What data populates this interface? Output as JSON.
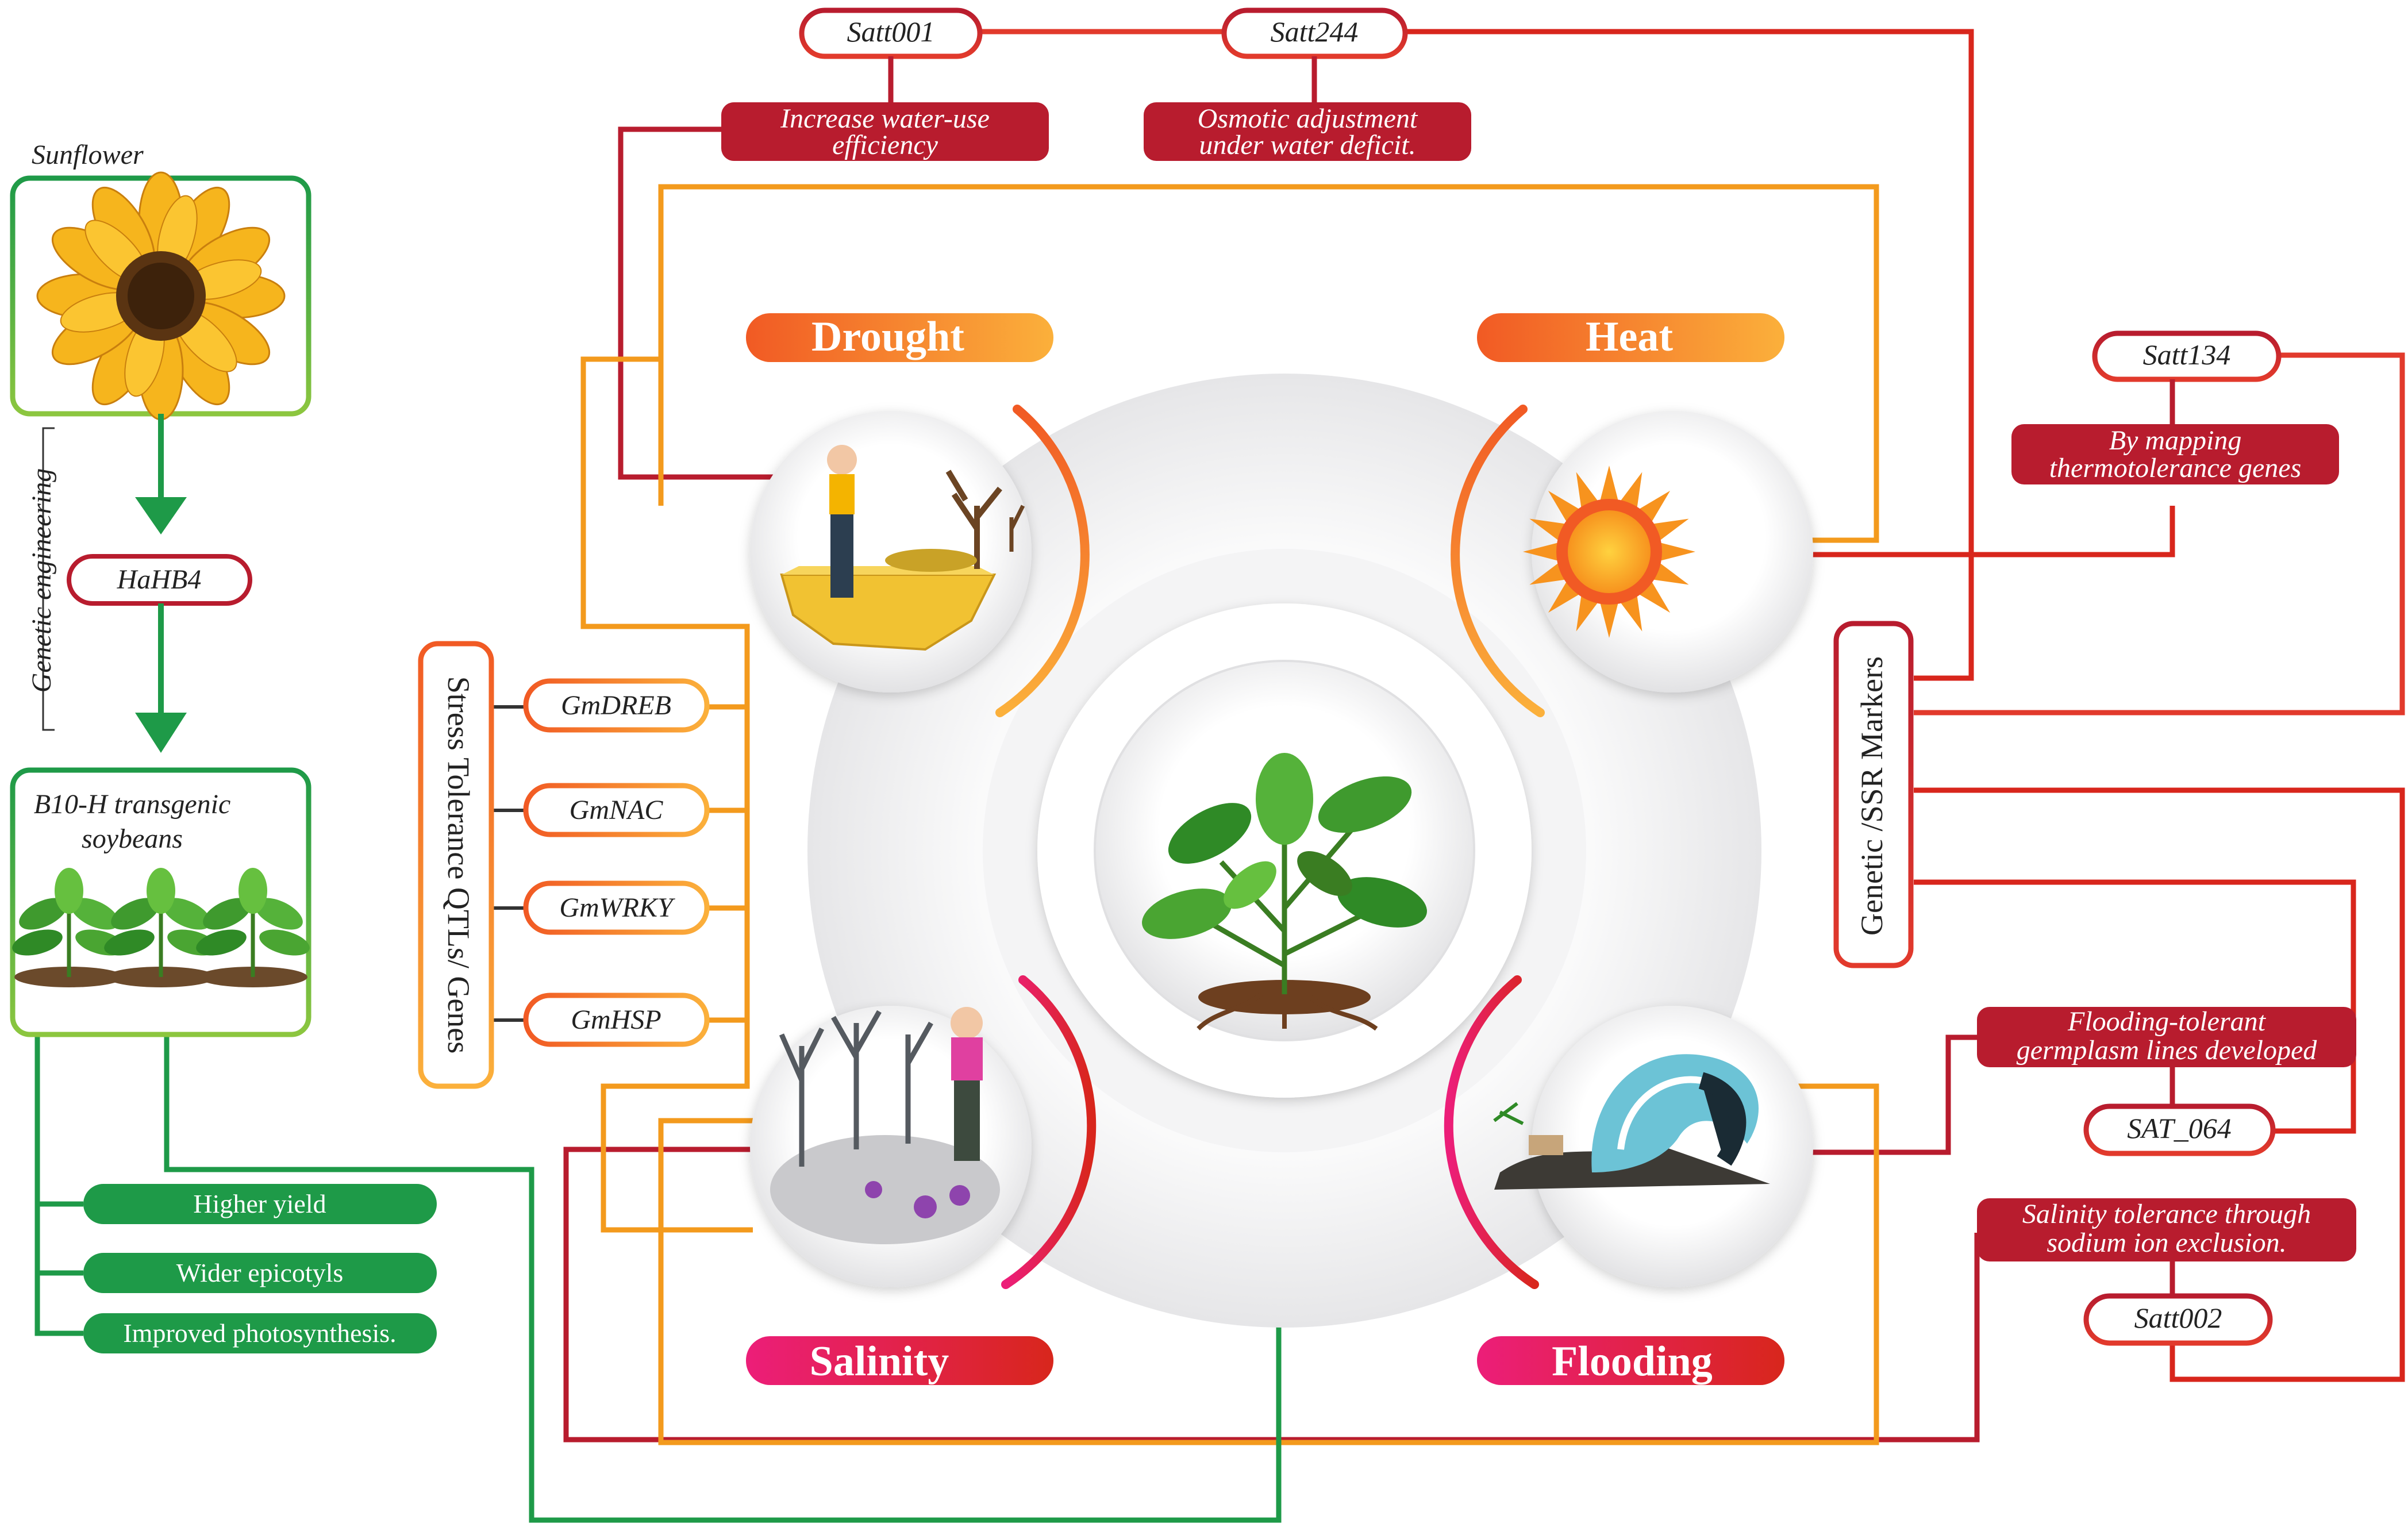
{
  "sunflower": {
    "title": "Sunflower",
    "side_label": "Genetic engineering",
    "gene": "HaHB4",
    "transgenic_line1": "B10-H transgenic",
    "transgenic_line2": "soybeans",
    "traits": [
      "Higher yield",
      "Wider epicotyls",
      "Improved photosynthesis."
    ]
  },
  "stress_genes": {
    "vertical_label": "Stress Tolerance QTLs/ Genes",
    "genes": [
      "GmDREB",
      "GmNAC",
      "GmWRKY",
      "GmHSP"
    ]
  },
  "stresses": {
    "drought": "Drought",
    "heat": "Heat",
    "salinity": "Salinity",
    "flooding": "Flooding"
  },
  "markers": {
    "vertical_label": "Genetic /SSR Markers",
    "satt001": "Satt001",
    "satt244": "Satt244",
    "satt001_effect": [
      "Increase water-use",
      "efficiency"
    ],
    "satt244_effect": [
      "Osmotic adjustment",
      "under water deficit."
    ],
    "satt134": "Satt134",
    "satt134_effect": [
      "By mapping",
      "thermotolerance genes"
    ],
    "sat064": "SAT_064",
    "sat064_effect": [
      "Flooding-tolerant",
      "germplasm lines developed"
    ],
    "satt002": "Satt002",
    "satt002_effect": [
      "Salinity tolerance through",
      "sodium ion exclusion."
    ]
  },
  "colors": {
    "green": "#1e9a48",
    "light_green": "#8cc63f",
    "dark_red": "#b81c2e",
    "red": "#e23a2c",
    "orange": "#f39a1d",
    "pink": "#ec1e79"
  }
}
